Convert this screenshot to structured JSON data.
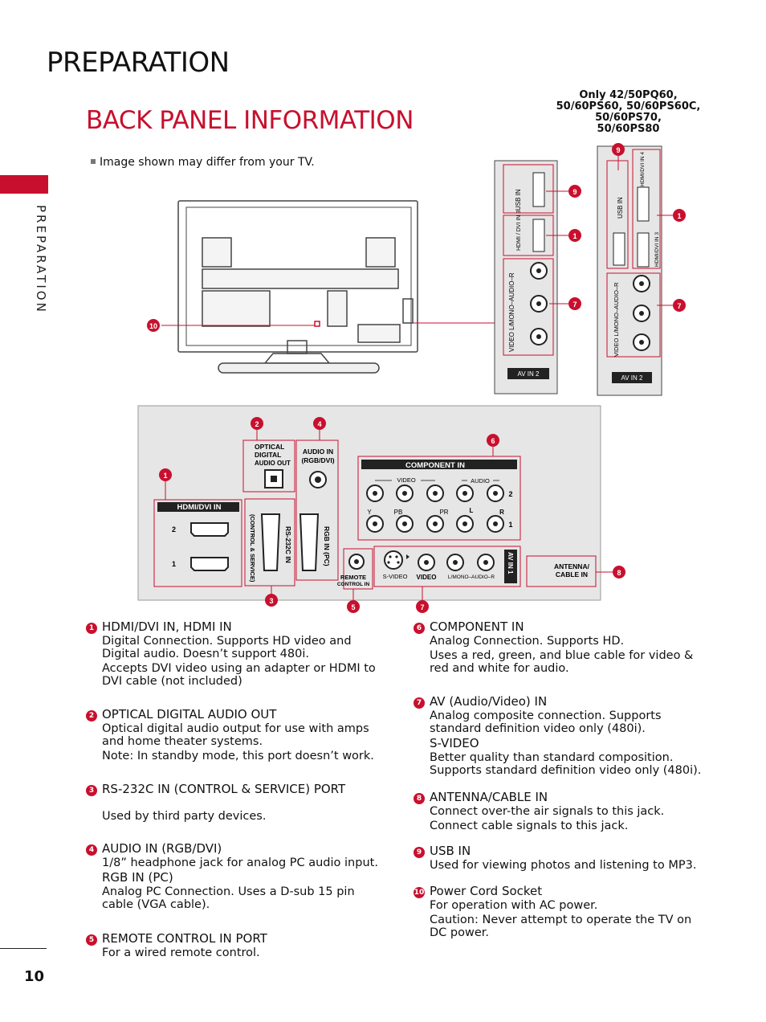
{
  "header": {
    "page_title": "PREPARATION",
    "section_title": "BACK PANEL INFORMATION",
    "side_label": "PREPARATION"
  },
  "note": "Image shown may differ from your TV.",
  "models_note": [
    "Only 42/50PQ60,",
    "50/60PS60, 50/60PS60C,",
    "50/60PS70,",
    "50/60PS80"
  ],
  "colors": {
    "accent": "#c8102e",
    "panel": "#e6e6e6",
    "label_bg": "#222222"
  },
  "panel_labels": {
    "hdmi_dvi_in": "HDMI/DVI IN",
    "optical": [
      "OPTICAL",
      "DIGITAL",
      "AUDIO OUT"
    ],
    "audio_in": [
      "AUDIO IN",
      "(RGB/DVI)"
    ],
    "rs232": "RS-232C IN",
    "rs232_sub": "(CONTROL & SERVICE)",
    "rgb_in": "RGB IN (PC)",
    "component_in": "COMPONENT IN",
    "component_video": "VIDEO",
    "component_audio": "AUDIO",
    "y": "Y",
    "pb": "PB",
    "pr": "PR",
    "l": "L",
    "r": "R",
    "row1": "1",
    "row2": "2",
    "remote": [
      "REMOTE",
      "CONTROL IN"
    ],
    "s_video": "S-VIDEO",
    "video": "VIDEO",
    "audio_lr": "L/MONO–AUDIO–R",
    "av_in_1": "AV IN 1",
    "antenna": [
      "ANTENNA/",
      "CABLE IN"
    ],
    "usb_in": "USB IN",
    "hdmi_dvi_in_3": "HDMI / DVI IN 3",
    "hdmi_dvi_in_3_b": "HDMI/DVI IN 3",
    "hdmi_dvi_in_4": "HDMI/DVI IN 4",
    "side_av": "VIDEO  L/MONO–AUDIO–R",
    "av_in_2": "AV IN 2"
  },
  "callouts": [
    "1",
    "2",
    "3",
    "4",
    "5",
    "6",
    "7",
    "8",
    "9",
    "10"
  ],
  "items_left": [
    {
      "num": "1",
      "title": "HDMI/DVI IN, HDMI IN",
      "paras": [
        "Digital Connection. Supports HD video and Digital audio. Doesn’t support 480i.",
        "Accepts DVI video using an adapter or HDMI to DVI cable (not included)"
      ]
    },
    {
      "num": "2",
      "title": "OPTICAL DIGITAL AUDIO OUT",
      "paras": [
        "Optical digital audio output for use with amps and home theater systems.",
        "Note: In standby mode, this port doesn’t work."
      ]
    },
    {
      "num": "3",
      "title": "RS-232C IN (CONTROL & SERVICE) PORT",
      "paras": [
        "Used by third party devices."
      ]
    },
    {
      "num": "4",
      "title": "AUDIO IN (RGB/DVI)",
      "paras": [
        "1/8” headphone jack for analog PC audio input."
      ],
      "sub_title": "RGB IN (PC)",
      "sub_paras": [
        "Analog PC Connection. Uses a D-sub 15 pin cable (VGA cable)."
      ]
    },
    {
      "num": "5",
      "title": "REMOTE CONTROL IN PORT",
      "paras": [
        "For a wired remote control."
      ]
    }
  ],
  "items_right": [
    {
      "num": "6",
      "title": "COMPONENT IN",
      "paras": [
        "Analog Connection. Supports HD.",
        "Uses a red, green, and blue cable for video & red and white for audio."
      ]
    },
    {
      "num": "7",
      "title": "AV (Audio/Video) IN",
      "paras": [
        "Analog composite connection. Supports standard definition video only (480i)."
      ],
      "sub_title": "S-VIDEO",
      "sub_paras": [
        "Better quality than standard composition. Supports standard definition video only (480i)."
      ]
    },
    {
      "num": "8",
      "title": "ANTENNA/CABLE IN",
      "paras": [
        "Connect over-the air signals to this jack.",
        "Connect cable signals to this jack."
      ]
    },
    {
      "num": "9",
      "title": "USB IN",
      "paras": [
        "Used for viewing photos and listening to MP3."
      ]
    },
    {
      "num": "10",
      "title": "Power Cord Socket",
      "paras": [
        "For operation with AC power.",
        "Caution: Never attempt to operate the TV on DC power."
      ]
    }
  ],
  "page_number": "10"
}
